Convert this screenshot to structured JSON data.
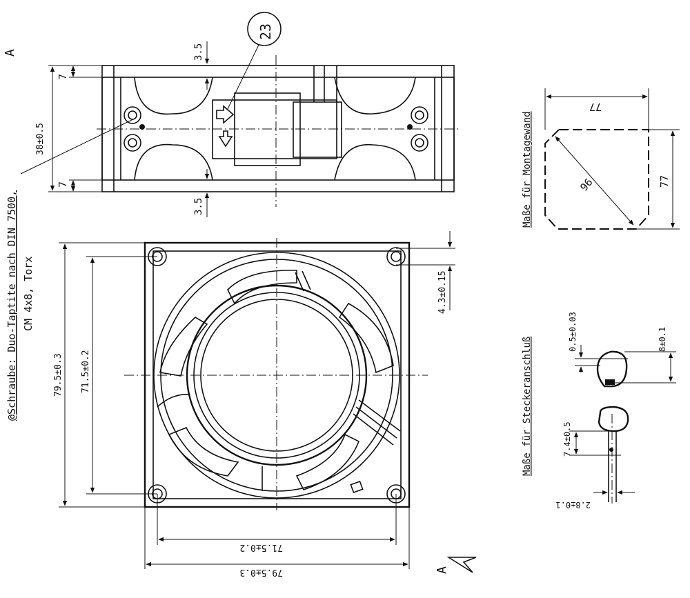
{
  "note": {
    "line1": "@Schraube: Duo-Taptite nach DIN 7500,",
    "line2": "CM 4x8, Torx"
  },
  "section_marker": "A",
  "balloon": "23",
  "side_view": {
    "dim_height": "38±0.5",
    "dim_top": "7",
    "dim_bottom": "7",
    "dim_gap_top": "3.5",
    "dim_gap_bottom": "3.5"
  },
  "front_view": {
    "outer_height": "79.5±0.3",
    "inner_height": "71.5±0.2",
    "outer_width": "79.5±0.3",
    "inner_width": "71.5±0.2",
    "hole": "4.3±0.15"
  },
  "mounting": {
    "title": "Maße für Montagewand",
    "dim_width": "77",
    "dim_height": "77",
    "dim_diag": "96"
  },
  "connector": {
    "title": "Maße für Steckeranschluß",
    "dim_a": "0.5±0.03",
    "dim_b": "8±0.1",
    "dim_c": "7.4±0.5",
    "dim_d": "2.8±0.1"
  }
}
